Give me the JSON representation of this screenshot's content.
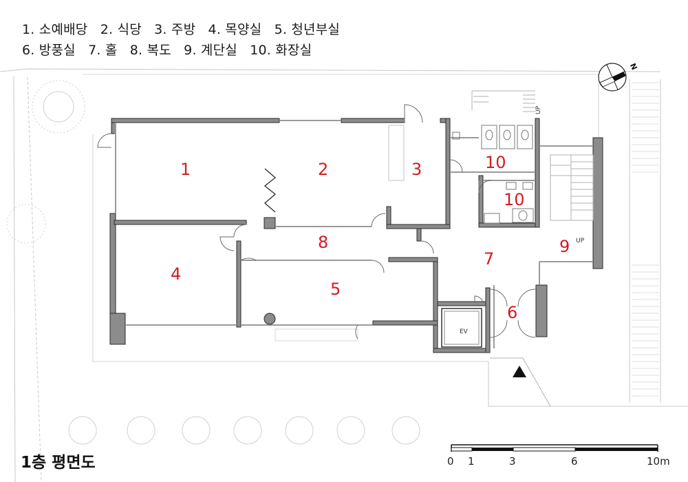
{
  "legend": {
    "line1": [
      {
        "text": "1. 소예배당"
      },
      {
        "text": "2. 식당"
      },
      {
        "text": "3. 주방"
      },
      {
        "text": "4. 목양실"
      },
      {
        "text": "5. 청년부실"
      }
    ],
    "line2": [
      {
        "text": "6. 방풍실"
      },
      {
        "text": "7. 홀"
      },
      {
        "text": "8. 복도"
      },
      {
        "text": "9. 계단실"
      },
      {
        "text": "10. 화장실"
      }
    ]
  },
  "rooms": {
    "r1": "1",
    "r2": "2",
    "r3": "3",
    "r4": "4",
    "r5": "5",
    "r6": "6",
    "r7": "7",
    "r8": "8",
    "r9": "9",
    "r10a": "10",
    "r10b": "10"
  },
  "labels": {
    "ev": "EV",
    "up_stair": "UP",
    "up_top": "UP",
    "north": "N"
  },
  "title": "1층 평면도",
  "scale": {
    "ticks": [
      "0",
      "1",
      "3",
      "6",
      "10m"
    ]
  },
  "colors": {
    "wall": "#8c8c8c",
    "wall_edge": "#2a2a2a",
    "room_number": "#d41b23",
    "line": "#9a9a9a"
  }
}
